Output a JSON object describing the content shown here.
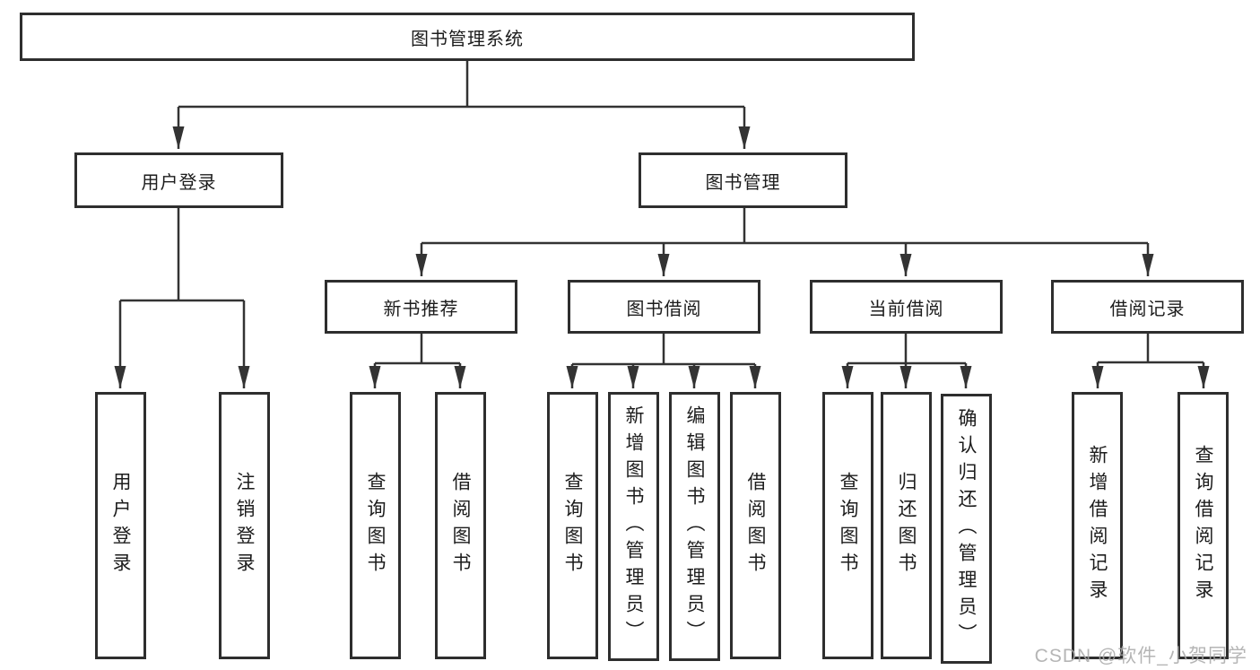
{
  "diagram": {
    "root": {
      "label": "图书管理系统"
    },
    "children": [
      {
        "label": "用户登录",
        "children": [
          {
            "label": "用户登录"
          },
          {
            "label": "注销登录"
          }
        ]
      },
      {
        "label": "图书管理",
        "children": [
          {
            "label": "新书推荐",
            "children": [
              {
                "label": "查询图书"
              },
              {
                "label": "借阅图书"
              }
            ]
          },
          {
            "label": "图书借阅",
            "children": [
              {
                "label": "查询图书"
              },
              {
                "label": "新增图书（管理员）"
              },
              {
                "label": "编辑图书（管理员）"
              },
              {
                "label": "借阅图书"
              }
            ]
          },
          {
            "label": "当前借阅",
            "children": [
              {
                "label": "查询图书"
              },
              {
                "label": "归还图书"
              },
              {
                "label": "确认归还（管理员）"
              }
            ]
          },
          {
            "label": "借阅记录",
            "children": [
              {
                "label": "新增借阅记录"
              },
              {
                "label": "查询借阅记录"
              }
            ]
          }
        ]
      }
    ]
  },
  "watermark": {
    "text": "CSDN @软件_小贺同学",
    "color": "#a9a9a9"
  },
  "colors": {
    "background": "#ffffff",
    "line": "#333333",
    "box_border": "#2e2e2e",
    "text": "#1c1c1c"
  }
}
